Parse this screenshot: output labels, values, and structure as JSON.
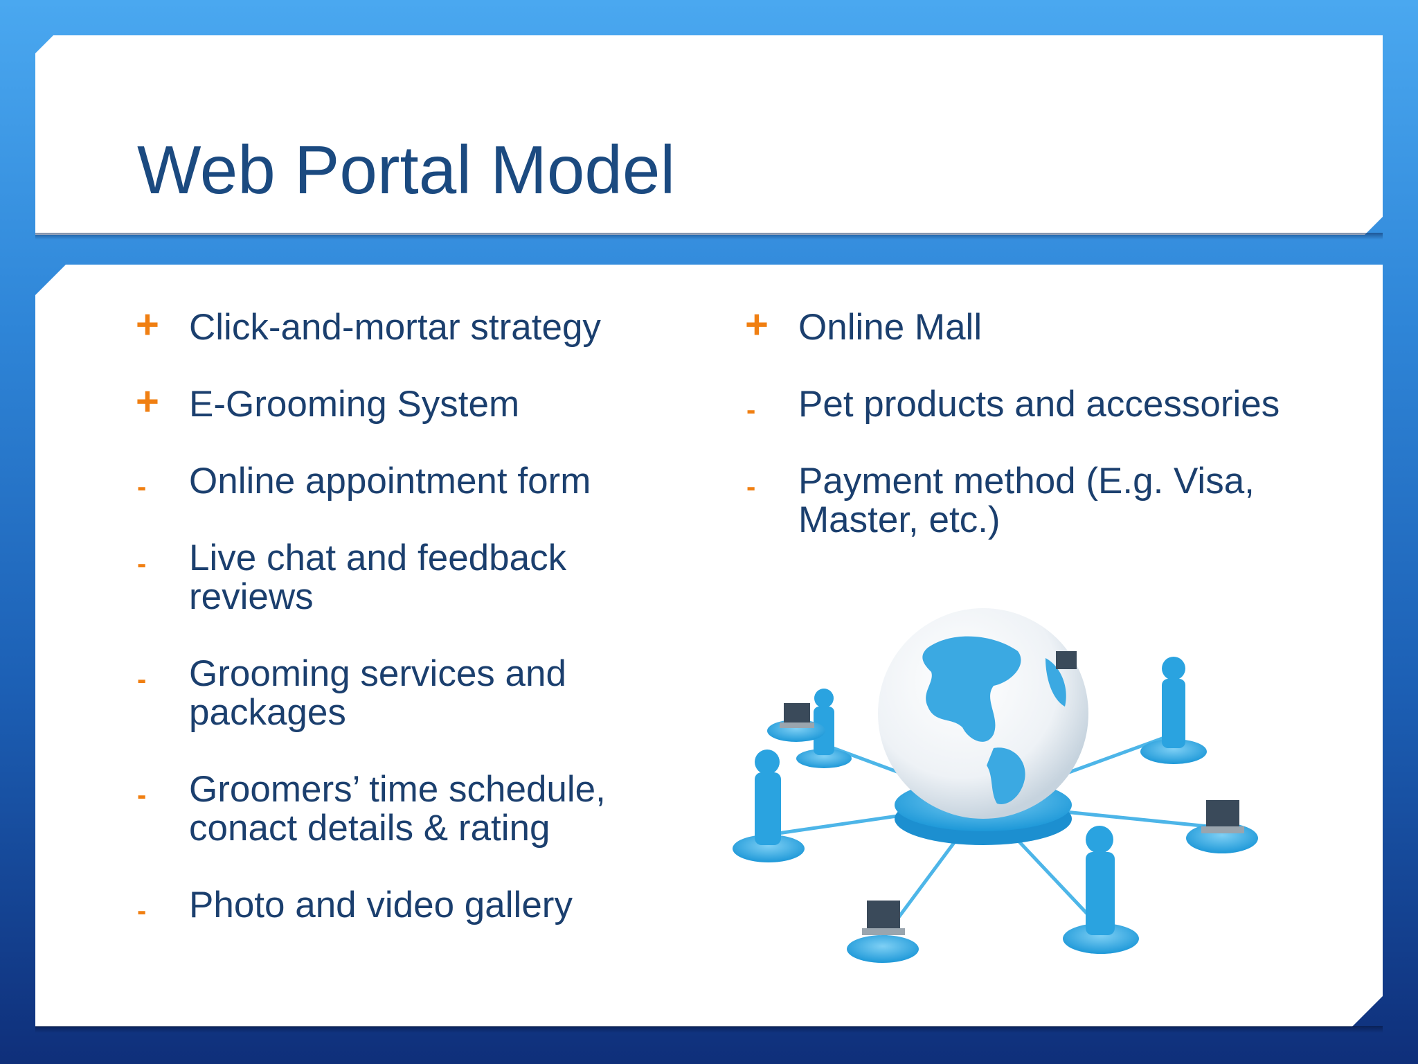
{
  "slide": {
    "title": "Web Portal Model",
    "left_column": [
      {
        "marker": "+",
        "lines": [
          "Click-and-mortar strategy"
        ]
      },
      {
        "marker": "+",
        "lines": [
          "E-Grooming System"
        ]
      },
      {
        "marker": "-",
        "lines": [
          "Online appointment form"
        ]
      },
      {
        "marker": "-",
        "lines": [
          "Live chat and feedback",
          "reviews"
        ]
      },
      {
        "marker": "-",
        "lines": [
          "Grooming services and",
          "packages"
        ]
      },
      {
        "marker": "-",
        "lines": [
          "Groomers’ time schedule,",
          "conact details & rating"
        ]
      },
      {
        "marker": "-",
        "lines": [
          "Photo and video gallery"
        ]
      }
    ],
    "right_column": [
      {
        "marker": "+",
        "lines": [
          "Online Mall"
        ]
      },
      {
        "marker": "-",
        "lines": [
          "Pet products and accessories"
        ]
      },
      {
        "marker": "-",
        "lines": [
          "Payment method (E.g. Visa,",
          "Master, etc.)"
        ]
      }
    ],
    "colors": {
      "title": "#1b4a80",
      "text": "#1b3f6e",
      "marker": "#f07f12",
      "illustration_blue": "#2aa3e0"
    },
    "illustration": {
      "icon": "globe-network-icon"
    }
  }
}
